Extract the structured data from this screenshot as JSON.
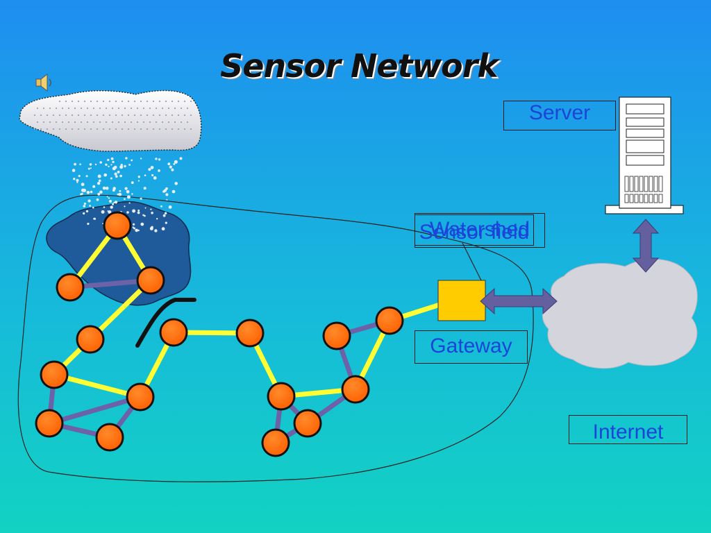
{
  "slide": {
    "title": "Sensor Network",
    "labels": {
      "server": "Server",
      "watershed": "Watershed",
      "sensor_field": "Sensor field",
      "gateway": "Gateway",
      "internet": "Internet"
    },
    "icons": [
      "speaker-icon",
      "rain-cloud",
      "server-tower-icon",
      "internet-cloud",
      "gateway-box"
    ],
    "colors": {
      "background_top": "#1E90F0",
      "background_bottom": "#12D0C4",
      "node_fill": "#FF6A00",
      "yellow_link": "#FFFF33",
      "purple_link": "#6B62A8",
      "gateway_fill": "#FFCC00",
      "watershed_fill": "#1F5F9E",
      "label_text": "#1C44D8"
    }
  }
}
